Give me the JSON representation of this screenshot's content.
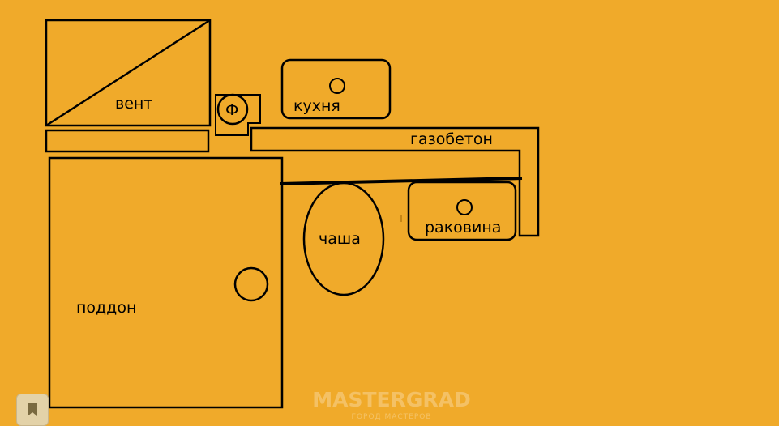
{
  "labels": {
    "vent": "вент",
    "f": "Ф",
    "kitchen": "кухня",
    "aerated_concrete": "газобетон",
    "bowl": "чаша",
    "sink": "раковина",
    "tray": "поддон"
  },
  "watermark": {
    "title": "MASTERGRAD",
    "subtitle": "ГОРОД МАСТЕРОВ"
  },
  "icons": {
    "bookmark": "bookmark-icon"
  },
  "colors": {
    "background": "#f0aa2a",
    "stroke": "#000000"
  }
}
